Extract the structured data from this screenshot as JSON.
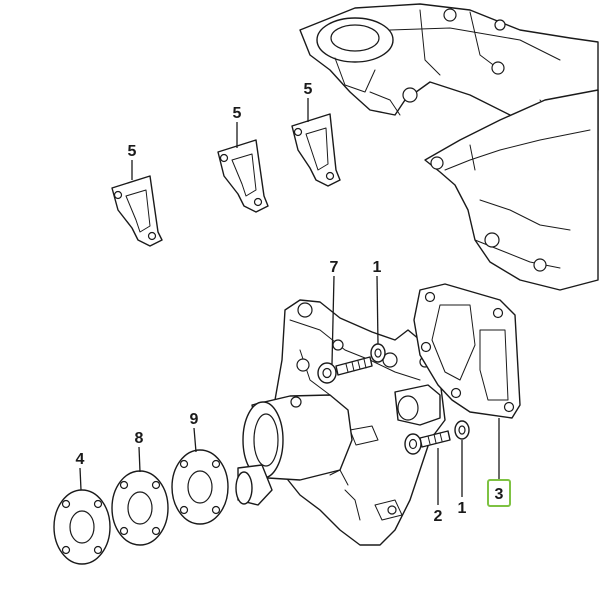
{
  "diagram": {
    "callouts": [
      {
        "id": "gasket-5a",
        "label": "5"
      },
      {
        "id": "gasket-5b",
        "label": "5"
      },
      {
        "id": "gasket-5c",
        "label": "5"
      },
      {
        "id": "bolt-7",
        "label": "7"
      },
      {
        "id": "washer-1-top",
        "label": "1"
      },
      {
        "id": "gasket-9",
        "label": "9"
      },
      {
        "id": "gasket-8",
        "label": "8"
      },
      {
        "id": "gasket-4",
        "label": "4"
      },
      {
        "id": "bolt-2",
        "label": "2"
      },
      {
        "id": "washer-1-bottom",
        "label": "1"
      },
      {
        "id": "pump-gasket-3",
        "label": "3"
      }
    ],
    "highlight_color": "#7ec242",
    "line_color": "#1a1a1a"
  }
}
